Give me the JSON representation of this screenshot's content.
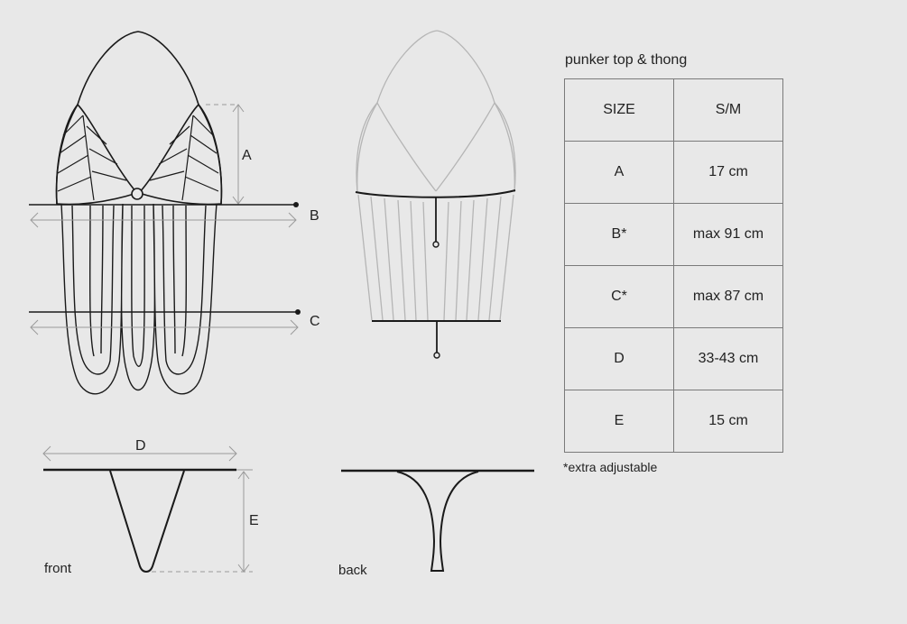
{
  "title": "punker top & thong",
  "table": {
    "headers": [
      "SIZE",
      "S/M"
    ],
    "rows": [
      [
        "A",
        "17 cm"
      ],
      [
        "B*",
        "max 91 cm"
      ],
      [
        "C*",
        "max 87 cm"
      ],
      [
        "D",
        "33-43 cm"
      ],
      [
        "E",
        "15 cm"
      ]
    ]
  },
  "footnote": "*extra adjustable",
  "labels": {
    "a": "A",
    "b": "B",
    "c": "C",
    "d": "D",
    "e": "E",
    "front": "front",
    "back": "back"
  },
  "colors": {
    "background": "#e8e8e8",
    "line": "#1a1a1a",
    "faint_line": "#b5b5b5",
    "dimension": "#9a9a9a"
  }
}
